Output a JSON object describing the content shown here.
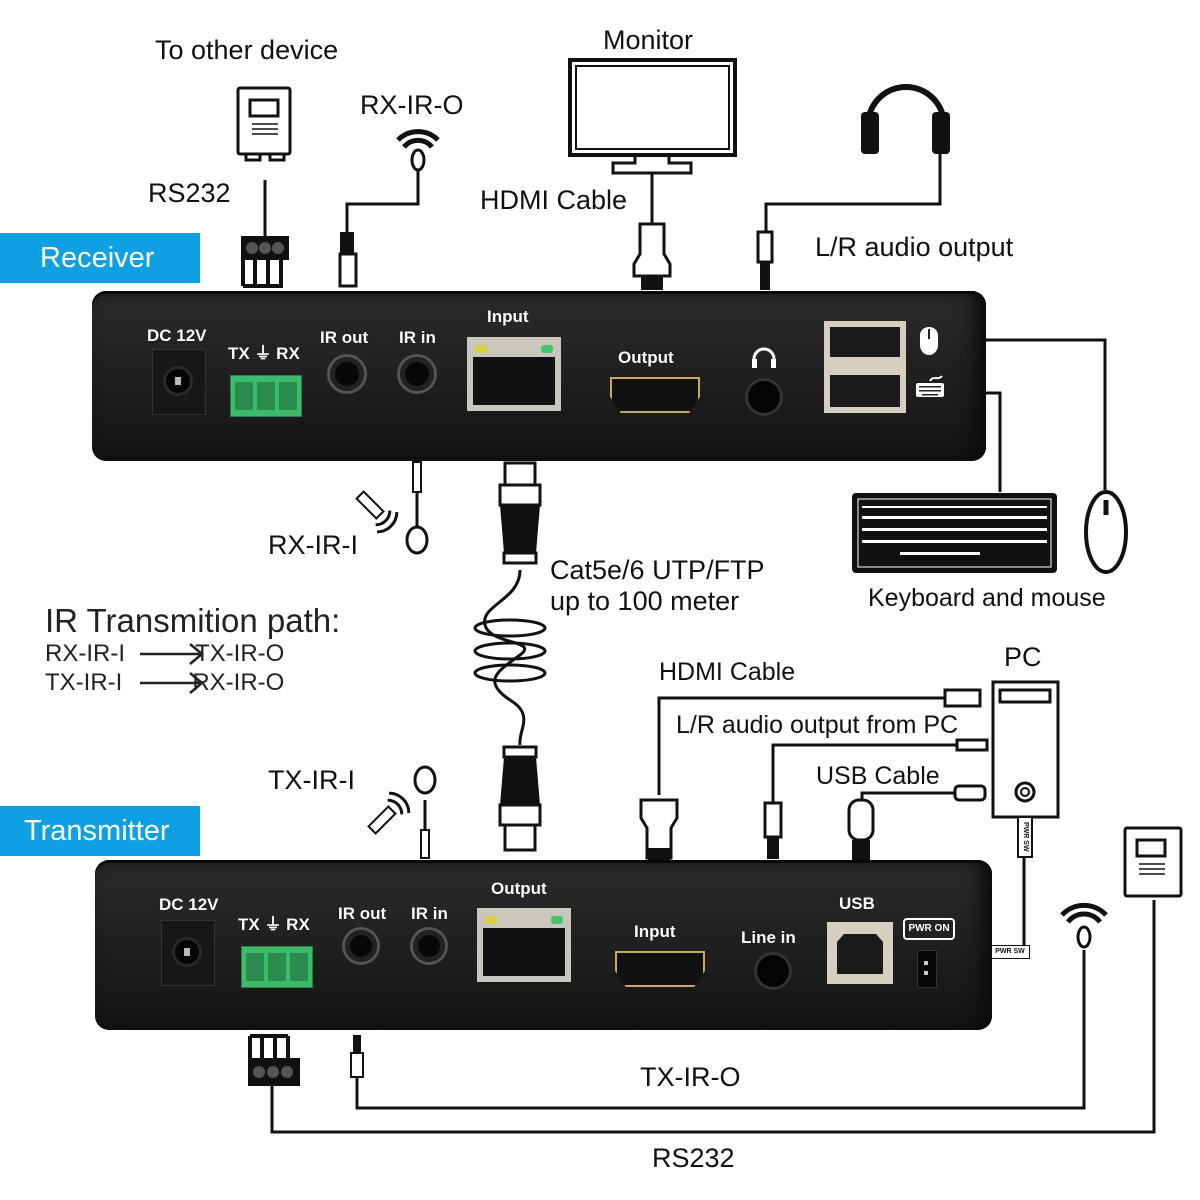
{
  "tags": {
    "receiver": "Receiver",
    "transmitter": "Transmitter"
  },
  "top_labels": {
    "to_other_device": "To other device",
    "rs232": "RS232",
    "rx_ir_o": "RX-IR-O",
    "monitor": "Monitor",
    "hdmi_cable": "HDMI Cable",
    "lr_audio_output": "L/R audio output"
  },
  "receiver_panel": {
    "dc": "DC 12V",
    "serial": "TX ⏚ RX",
    "ir_out": "IR out",
    "ir_in": "IR in",
    "rj45": "Input",
    "hdmi": "Output",
    "usb_mouse_icon": "mouse-icon",
    "usb_keyboard_icon": "keyboard-icon",
    "audio_icon": "headphone-icon"
  },
  "middle_labels": {
    "rx_ir_i": "RX-IR-I",
    "cable_line1": "Cat5e/6 UTP/FTP",
    "cable_line2": "up to 100 meter",
    "keyboard_mouse": "Keyboard and mouse"
  },
  "legend": {
    "title": "IR Transmition path:",
    "rows": [
      {
        "from": "RX-IR-I",
        "to": "TX-IR-O"
      },
      {
        "from": "TX-IR-I",
        "to": "RX-IR-O"
      }
    ]
  },
  "pc_labels": {
    "pc": "PC",
    "hdmi_cable": "HDMI Cable",
    "audio": "L/R audio output from PC",
    "usb_cable": "USB Cable",
    "pwr_sw": "PWR SW",
    "tx_ir_i": "TX-IR-I"
  },
  "transmitter_panel": {
    "dc": "DC 12V",
    "serial": "TX ⏚ RX",
    "ir_out": "IR out",
    "ir_in": "IR in",
    "rj45": "Output",
    "hdmi": "Input",
    "line_in": "Line in",
    "usb": "USB",
    "pwr_on": "PWR ON"
  },
  "bottom_labels": {
    "tx_ir_o": "TX-IR-O",
    "rs232": "RS232"
  },
  "colors": {
    "tag_bg": "#0ea0e3",
    "device_body": "#1d1d1d",
    "terminal_green": "#3dbb6a",
    "led_yellow": "#d8d23a",
    "led_green": "#43c56a"
  }
}
